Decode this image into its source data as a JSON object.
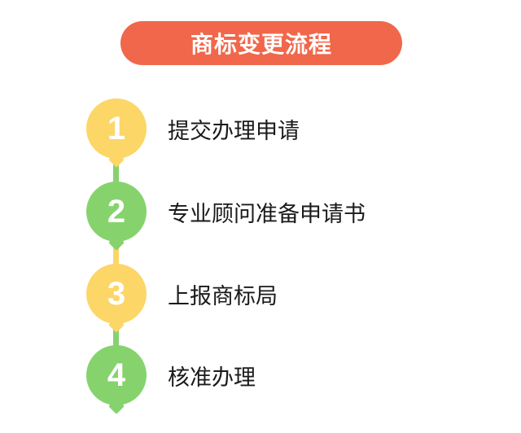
{
  "title": "商标变更流程",
  "colors": {
    "title_bg": "#f0674b",
    "yellow": "#fcd667",
    "green": "#86d36e",
    "text": "#1a1a1a"
  },
  "steps": [
    {
      "number": "1",
      "label": "提交办理申请",
      "color": "#fcd667"
    },
    {
      "number": "2",
      "label": "专业顾问准备申请书",
      "color": "#86d36e"
    },
    {
      "number": "3",
      "label": "上报商标局",
      "color": "#fcd667"
    },
    {
      "number": "4",
      "label": "核准办理",
      "color": "#86d36e"
    }
  ]
}
